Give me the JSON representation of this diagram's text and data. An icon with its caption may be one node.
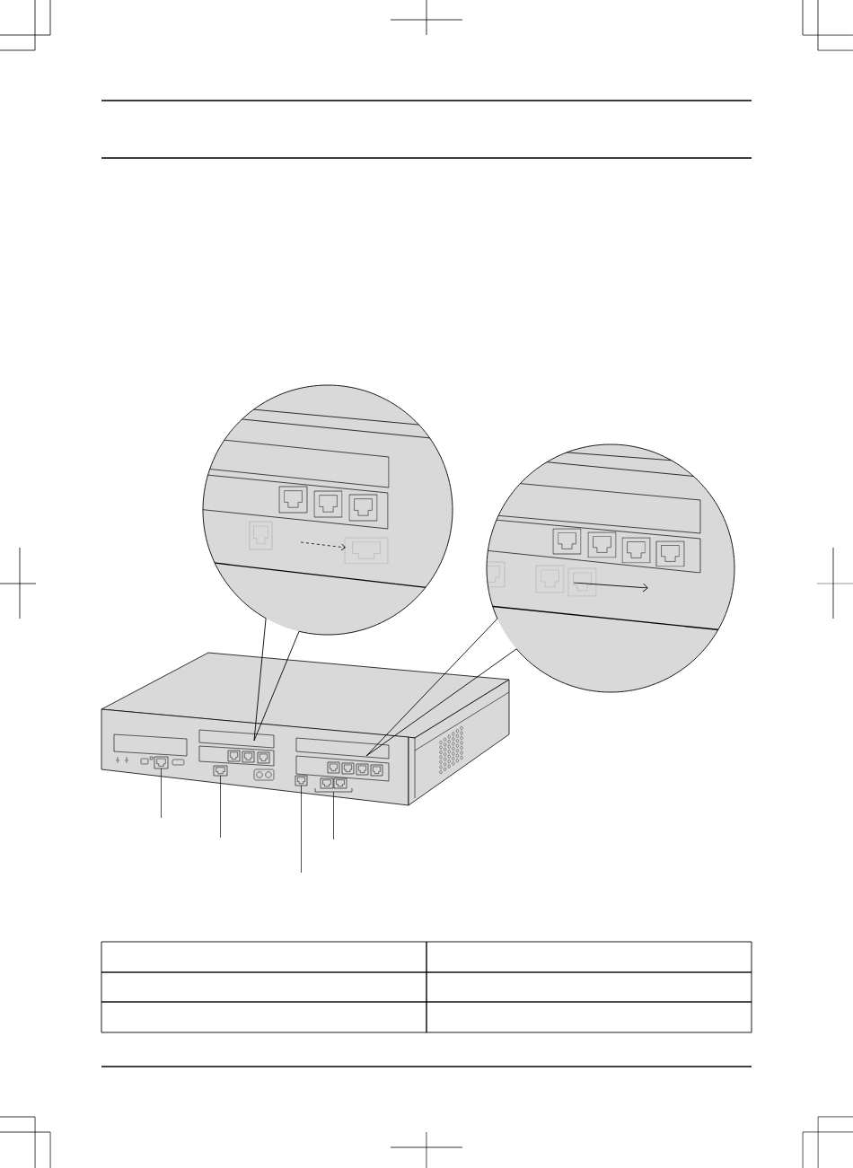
{
  "diagram": {
    "nodes": [
      {
        "text": [],
        "shape": "box"
      },
      {
        "text": [],
        "shape": "box"
      },
      {
        "text": [],
        "shape": "box"
      },
      {
        "text": [],
        "shape": "bracket"
      }
    ],
    "edges": [
      {
        "from": null,
        "to": 0,
        "arrow": "none"
      },
      {
        "from": null,
        "to": 1,
        "arrow": "none"
      },
      {
        "from": null,
        "to": 2,
        "arrow": "none"
      },
      {
        "from": null,
        "to": 3,
        "arrow": "none"
      }
    ]
  }
}
